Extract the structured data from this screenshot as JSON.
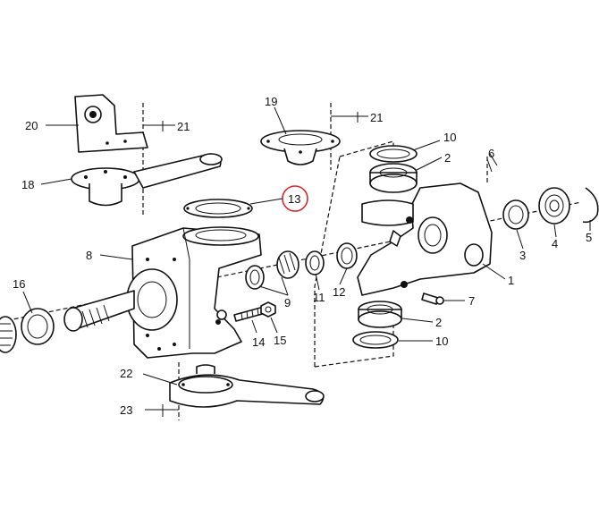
{
  "labels": {
    "l1": "1",
    "l2a": "2",
    "l2b": "2",
    "l3": "3",
    "l4": "4",
    "l5": "5",
    "l6": "6",
    "l7": "7",
    "l8": "8",
    "l9": "9",
    "l10a": "10",
    "l10b": "10",
    "l11": "11",
    "l12": "12",
    "l13": "13",
    "l14": "14",
    "l15": "15",
    "l16": "16",
    "l18": "18",
    "l19": "19",
    "l20": "20",
    "l21a": "21",
    "l21b": "21",
    "l22": "22",
    "l23": "23"
  },
  "colors": {
    "line": "#111111",
    "highlight": "#d62828",
    "background": "#ffffff"
  }
}
